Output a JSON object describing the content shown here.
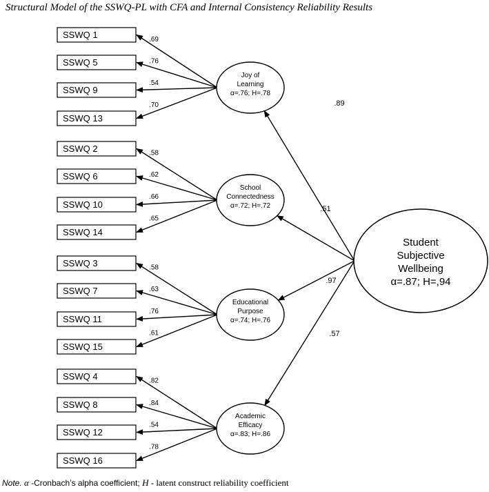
{
  "title": "Structural Model of the SSWQ-PL with CFA and Internal Consistency Reliability Results",
  "note": {
    "lead": "Note.",
    "alpha_symbol": "α",
    "alpha_text": " -Cronbach’s alpha coefficient; ",
    "h_symbol": "H",
    "h_text": " - latent construct reliability coefficient"
  },
  "colors": {
    "stroke": "#000000",
    "fill": "#ffffff",
    "text": "#000000"
  },
  "higher_order": {
    "lines": [
      "Student",
      "Subjective",
      "Wellbeing",
      "α=.87; H=,94"
    ]
  },
  "factors": [
    {
      "name_lines": [
        "Joy of",
        "Learning"
      ],
      "reliability": "α=.76; H=.78",
      "path_loading": ".89",
      "items": [
        {
          "label": "SSWQ 1",
          "loading": ".69"
        },
        {
          "label": "SSWQ 5",
          "loading": ".76"
        },
        {
          "label": "SSWQ 9",
          "loading": ".54"
        },
        {
          "label": "SSWQ 13",
          "loading": ".70"
        }
      ]
    },
    {
      "name_lines": [
        "School",
        "Connectedness"
      ],
      "reliability": "α=.72; H=.72",
      "path_loading": ".51",
      "items": [
        {
          "label": "SSWQ 2",
          "loading": ".58"
        },
        {
          "label": "SSWQ 6",
          "loading": ".62"
        },
        {
          "label": "SSWQ 10",
          "loading": ".66"
        },
        {
          "label": "SSWQ 14",
          "loading": ".65"
        }
      ]
    },
    {
      "name_lines": [
        "Educational",
        "Purpose"
      ],
      "reliability": "α=.74; H=.76",
      "path_loading": ".97",
      "items": [
        {
          "label": "SSWQ 3",
          "loading": ".58"
        },
        {
          "label": "SSWQ 7",
          "loading": ".63"
        },
        {
          "label": "SSWQ 11",
          "loading": ".76"
        },
        {
          "label": "SSWQ 15",
          "loading": ".61"
        }
      ]
    },
    {
      "name_lines": [
        "Academic",
        "Efficacy"
      ],
      "reliability": "α=.83; H=.86",
      "path_loading": ".57",
      "items": [
        {
          "label": "SSWQ 4",
          "loading": ".82"
        },
        {
          "label": "SSWQ 8",
          "loading": ".84"
        },
        {
          "label": "SSWQ 12",
          "loading": ".54"
        },
        {
          "label": "SSWQ 16",
          "loading": ".78"
        }
      ]
    }
  ]
}
